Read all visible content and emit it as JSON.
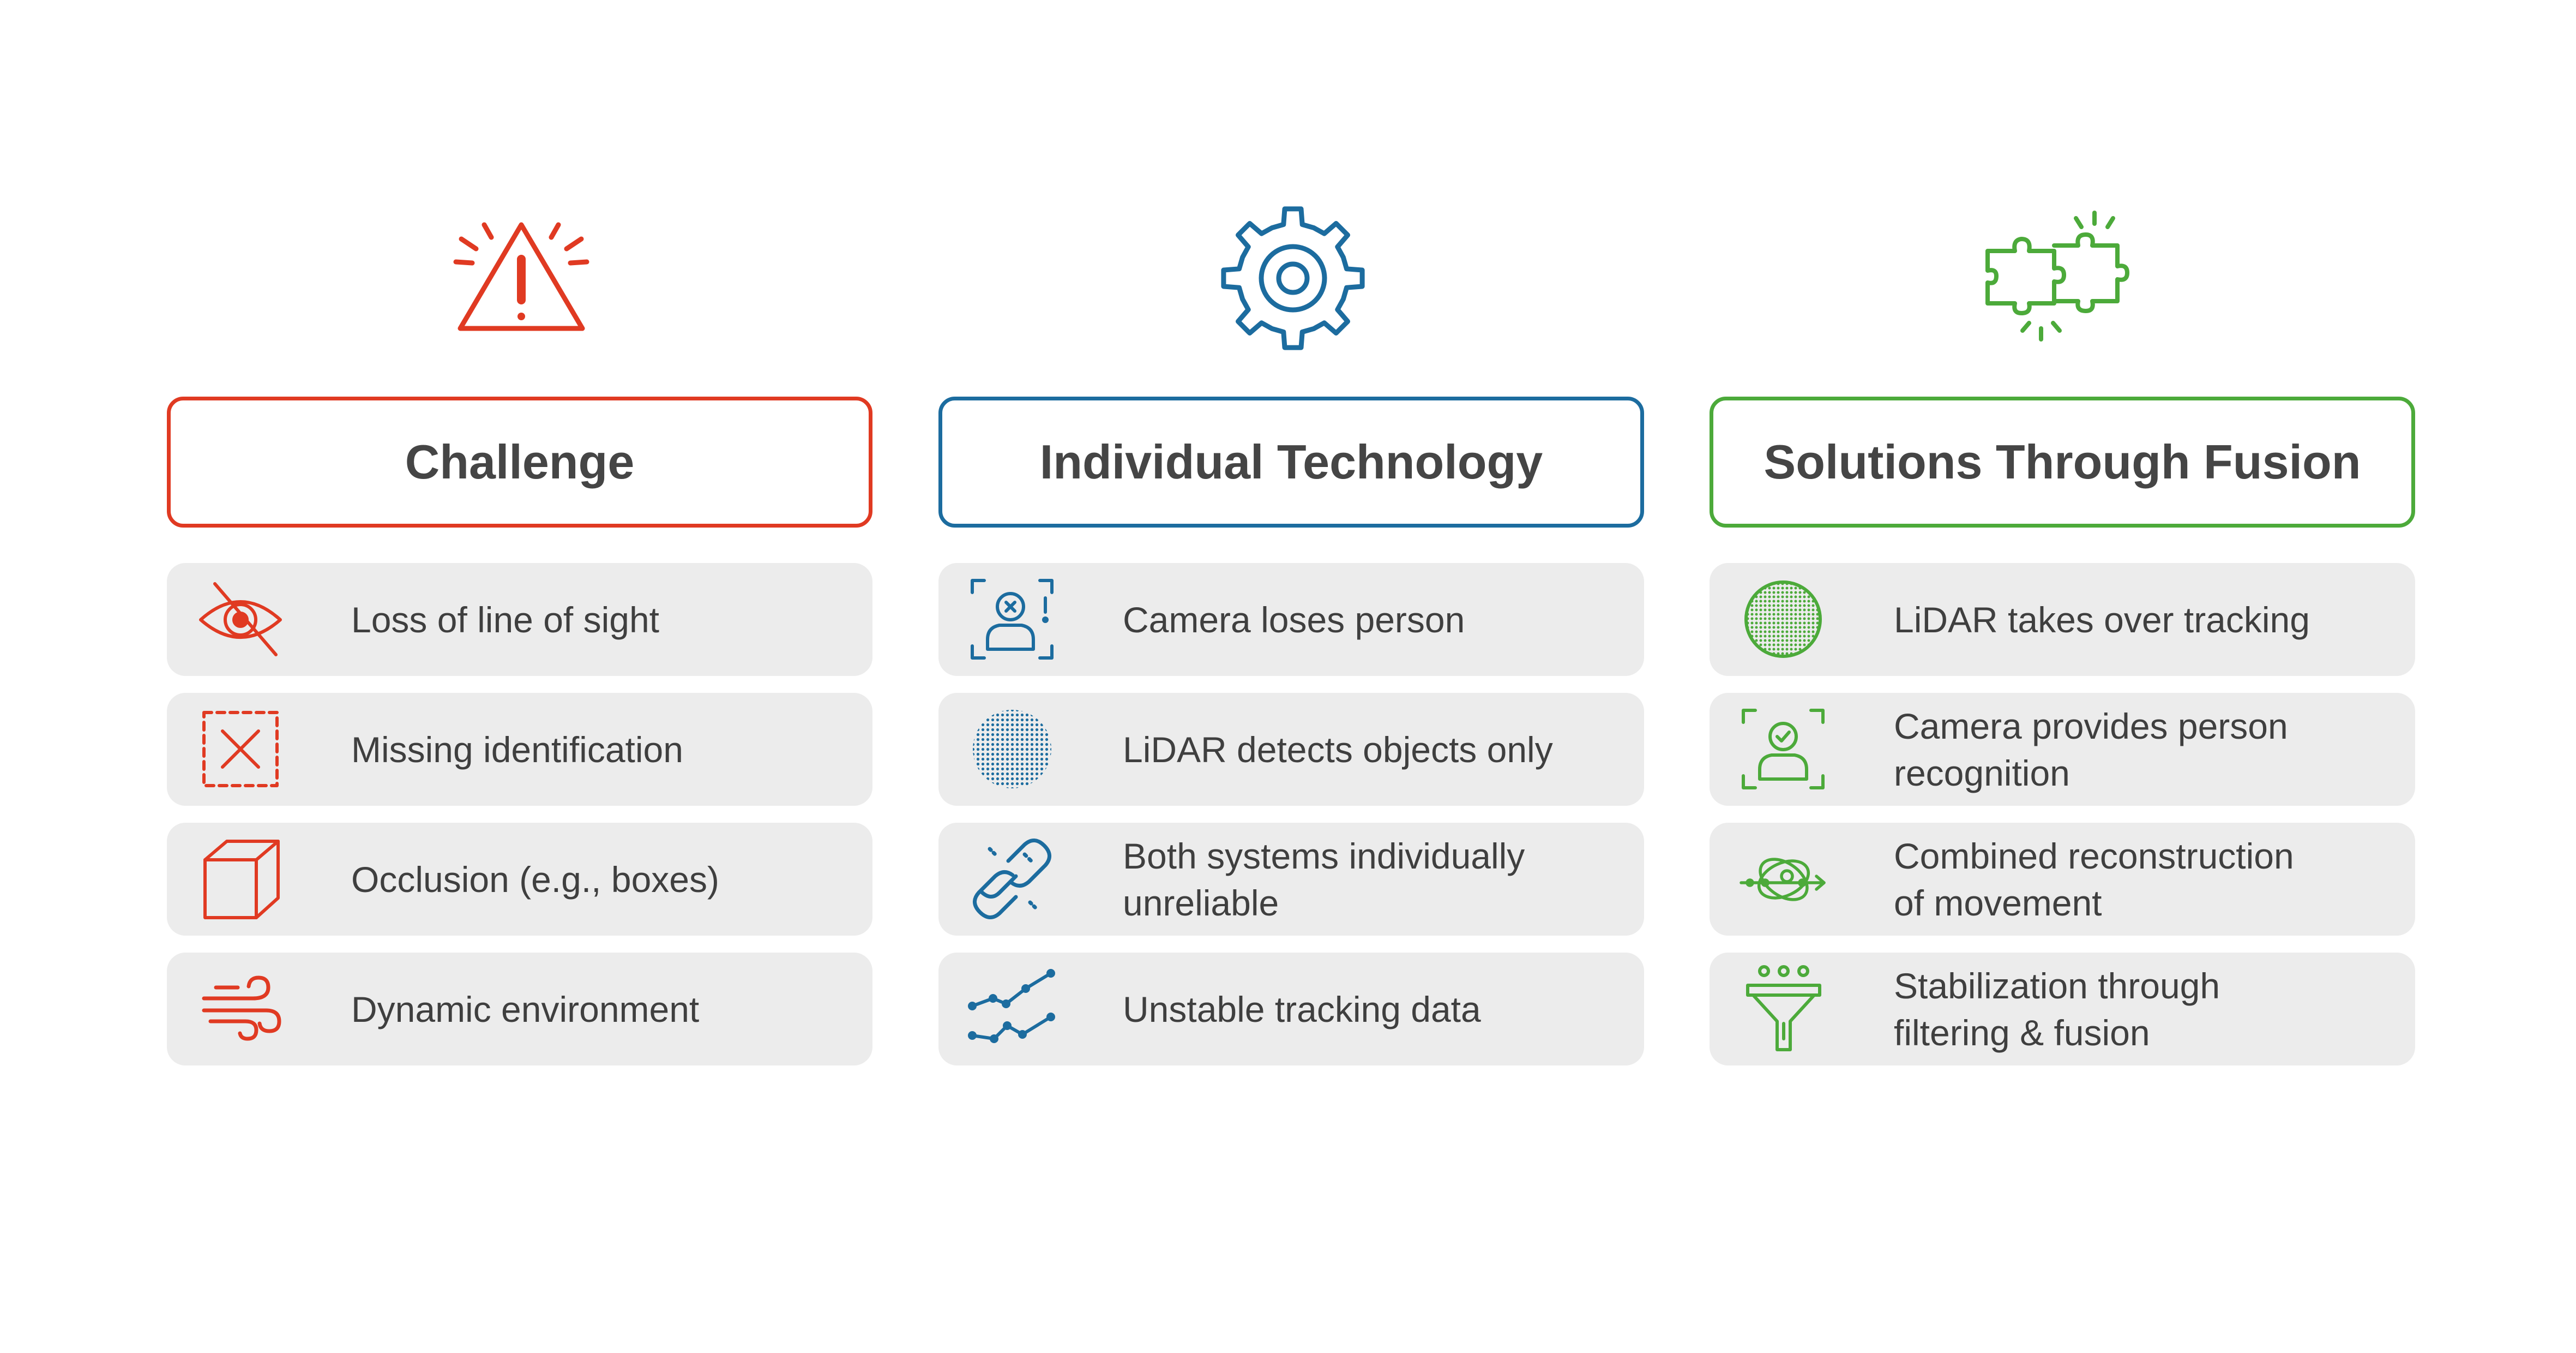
{
  "colors": {
    "challenge": "#e03a22",
    "technology": "#1c6c9f",
    "fusion": "#4caa3a",
    "row_bg": "#ececec",
    "text": "#3f3f3f"
  },
  "columns": [
    {
      "title": "Challenge",
      "header_icon": "warning-triangle-icon",
      "items": [
        {
          "icon": "eye-slash-icon",
          "text": "Loss of line of sight"
        },
        {
          "icon": "dashed-box-x-icon",
          "text": "Missing identification"
        },
        {
          "icon": "cube-icon",
          "text": "Occlusion (e.g., boxes)"
        },
        {
          "icon": "wind-icon",
          "text": "Dynamic environment"
        }
      ]
    },
    {
      "title": "Individual Technology",
      "header_icon": "gear-icon",
      "items": [
        {
          "icon": "person-scan-warning-icon",
          "text": "Camera loses person"
        },
        {
          "icon": "dotted-circle-icon",
          "text": "LiDAR detects objects only"
        },
        {
          "icon": "broken-link-icon",
          "text": "Both systems individually\nunreliable"
        },
        {
          "icon": "unstable-lines-icon",
          "text": "Unstable tracking data"
        }
      ]
    },
    {
      "title": "Solutions Through Fusion",
      "header_icon": "puzzle-pieces-icon",
      "items": [
        {
          "icon": "dotted-sphere-icon",
          "text": "LiDAR takes over tracking"
        },
        {
          "icon": "person-scan-check-icon",
          "text": "Camera provides person\nrecognition"
        },
        {
          "icon": "movement-reconstruction-icon",
          "text": "Combined reconstruction\nof movement"
        },
        {
          "icon": "filter-funnel-icon",
          "text": "Stabilization through\nfiltering & fusion"
        }
      ]
    }
  ]
}
